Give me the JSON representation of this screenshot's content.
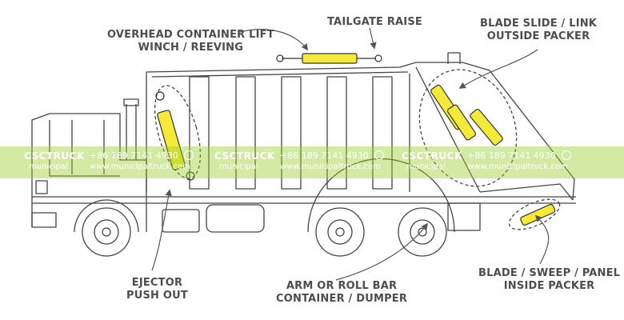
{
  "labels": {
    "overhead_lift": [
      "OVERHEAD CONTAINER LIFT",
      "WINCH / REEVING"
    ],
    "tailgate_raise": [
      "TAILGATE RAISE"
    ],
    "blade_slide": [
      "BLADE SLIDE / LINK",
      "OUTSIDE PACKER"
    ],
    "ejector": [
      "EJECTOR",
      "PUSH OUT"
    ],
    "arm_roll_bar": [
      "ARM OR ROLL BAR",
      "CONTAINER / DUMPER"
    ],
    "blade_sweep": [
      "BLADE / SWEEP / PANEL",
      "INSIDE PACKER"
    ]
  },
  "watermark": {
    "brand": "CSCTRUCK",
    "sub": "municipal",
    "phone": "+86 189 7141 4930",
    "website": "www.municipaltruck.com"
  },
  "colors": {
    "highlight": "#f5ea3a",
    "line": "#555555",
    "band": "#9acd32"
  },
  "icons": [
    "whatsapp-icon"
  ]
}
